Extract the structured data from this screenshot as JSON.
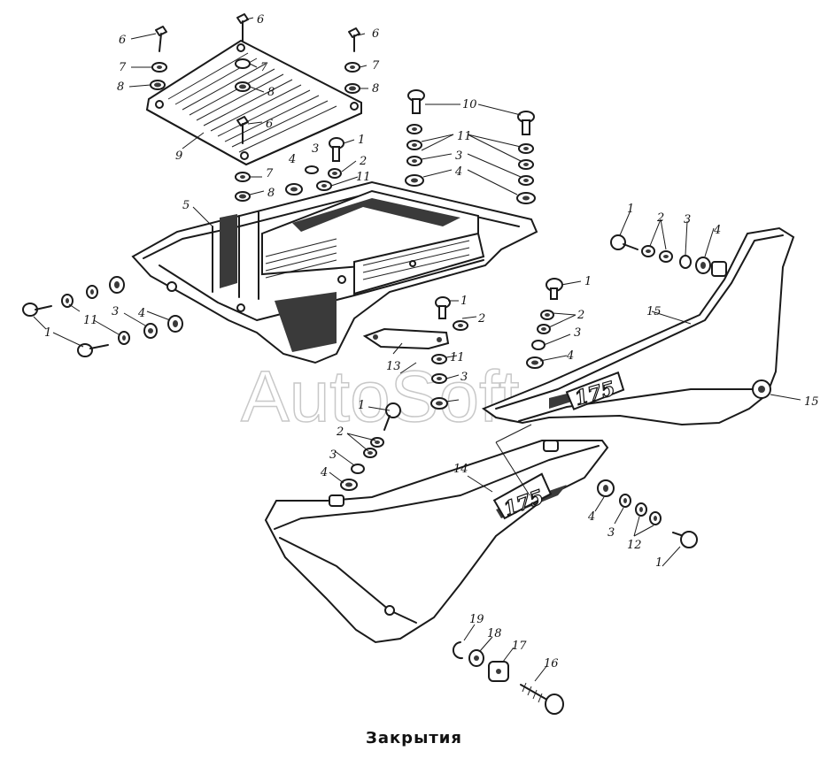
{
  "caption": "Закрытия",
  "watermark": "AutoSoft",
  "badge_text": "175",
  "labels": [
    {
      "id": "l6a",
      "text": "6"
    },
    {
      "id": "l6b",
      "text": "6"
    },
    {
      "id": "l6c",
      "text": "6"
    },
    {
      "id": "l6d",
      "text": "6"
    },
    {
      "id": "l7a",
      "text": "7"
    },
    {
      "id": "l7b",
      "text": "7"
    },
    {
      "id": "l7c",
      "text": "7"
    },
    {
      "id": "l7d",
      "text": "7"
    },
    {
      "id": "l8a",
      "text": "8"
    },
    {
      "id": "l8b",
      "text": "8"
    },
    {
      "id": "l8c",
      "text": "8"
    },
    {
      "id": "l8d",
      "text": "8"
    },
    {
      "id": "l9",
      "text": "9"
    },
    {
      "id": "l5",
      "text": "5"
    },
    {
      "id": "l10",
      "text": "10"
    },
    {
      "id": "l11a",
      "text": "11"
    },
    {
      "id": "l11b",
      "text": "11"
    },
    {
      "id": "l11c",
      "text": "11"
    },
    {
      "id": "l11d",
      "text": "11"
    },
    {
      "id": "l3a",
      "text": "3"
    },
    {
      "id": "l3b",
      "text": "3"
    },
    {
      "id": "l3c",
      "text": "3"
    },
    {
      "id": "l3d",
      "text": "3"
    },
    {
      "id": "l3e",
      "text": "3"
    },
    {
      "id": "l3f",
      "text": "3"
    },
    {
      "id": "l3g",
      "text": "3"
    },
    {
      "id": "l3h",
      "text": "3"
    },
    {
      "id": "l4a",
      "text": "4"
    },
    {
      "id": "l4b",
      "text": "4"
    },
    {
      "id": "l4c",
      "text": "4"
    },
    {
      "id": "l4d",
      "text": "4"
    },
    {
      "id": "l4e",
      "text": "4"
    },
    {
      "id": "l4f",
      "text": "4"
    },
    {
      "id": "l4g",
      "text": "4"
    },
    {
      "id": "l1a",
      "text": "1"
    },
    {
      "id": "l1b",
      "text": "1"
    },
    {
      "id": "l1c",
      "text": "1"
    },
    {
      "id": "l1d",
      "text": "1"
    },
    {
      "id": "l1e",
      "text": "1"
    },
    {
      "id": "l1f",
      "text": "1"
    },
    {
      "id": "l1g",
      "text": "1"
    },
    {
      "id": "l2a",
      "text": "2"
    },
    {
      "id": "l2b",
      "text": "2"
    },
    {
      "id": "l2c",
      "text": "2"
    },
    {
      "id": "l2d",
      "text": "2"
    },
    {
      "id": "l2e",
      "text": "2"
    },
    {
      "id": "l12",
      "text": "12"
    },
    {
      "id": "l13",
      "text": "13"
    },
    {
      "id": "l14",
      "text": "14"
    },
    {
      "id": "l15a",
      "text": "15"
    },
    {
      "id": "l15b",
      "text": "15"
    },
    {
      "id": "l16",
      "text": "16"
    },
    {
      "id": "l17",
      "text": "17"
    },
    {
      "id": "l18",
      "text": "18"
    },
    {
      "id": "l19",
      "text": "19"
    }
  ]
}
